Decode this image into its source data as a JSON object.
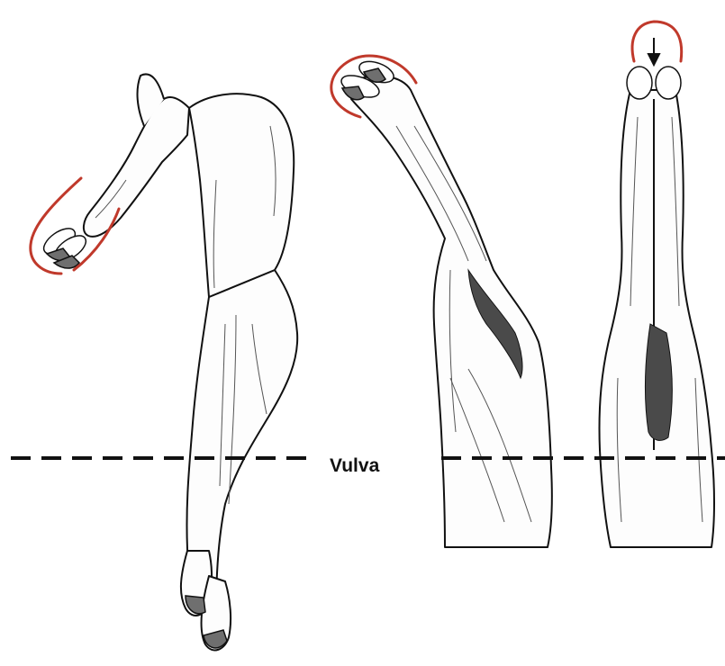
{
  "labels": {
    "vulva": "Vulva"
  },
  "colors": {
    "hoof_outline": "#c0392b",
    "line": "#111111",
    "shading": "#555555",
    "hoof_fill": "#6f6f6f"
  },
  "figures": [
    {
      "name": "limb-flexed-left"
    },
    {
      "name": "limb-side-view-middle"
    },
    {
      "name": "limb-front-view-right"
    }
  ]
}
